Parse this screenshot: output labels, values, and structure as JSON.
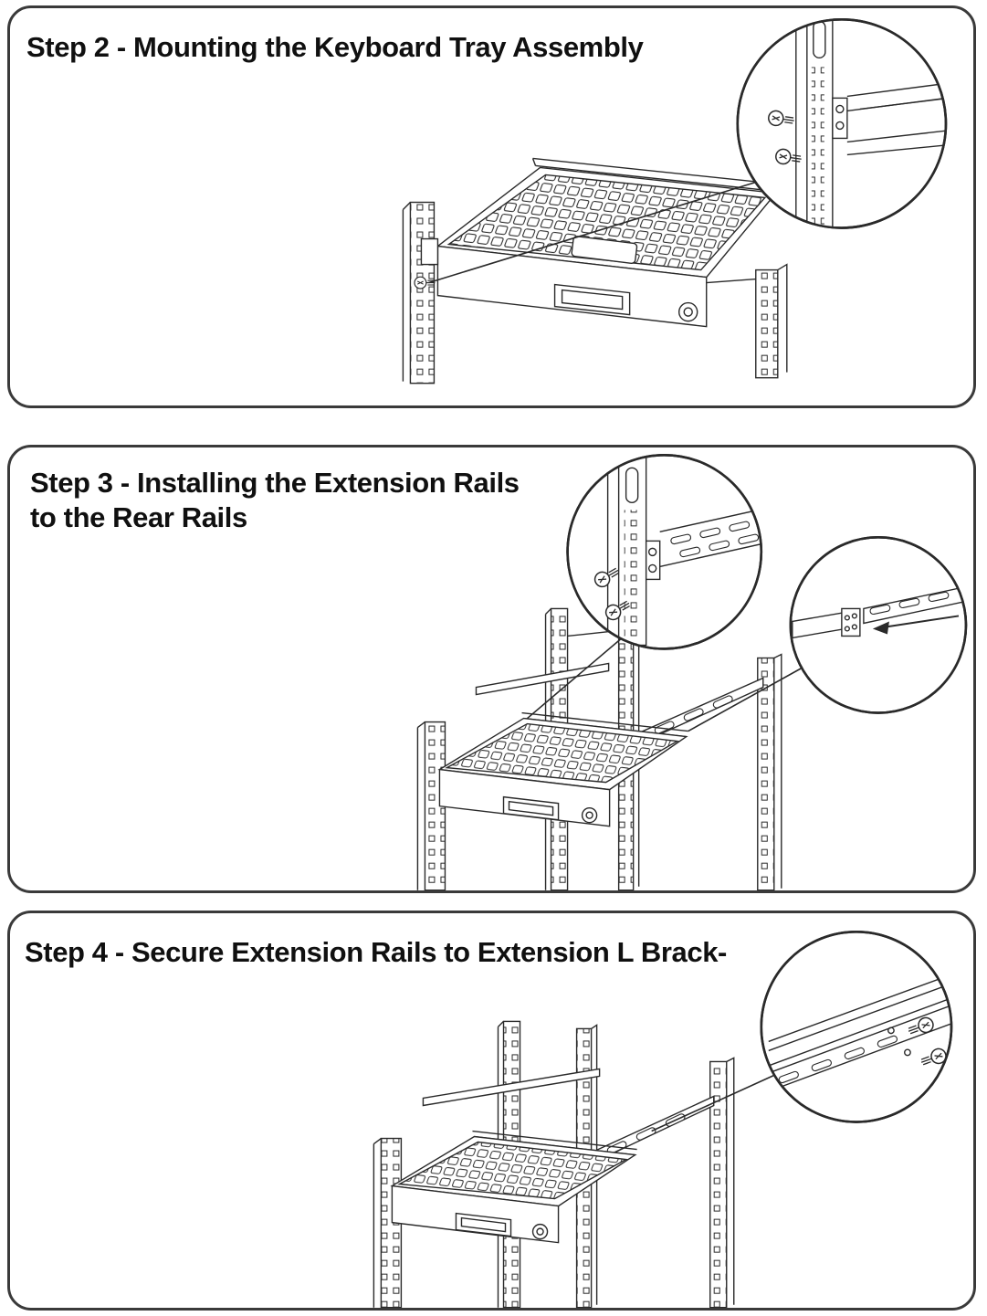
{
  "page": {
    "background_color": "#ffffff",
    "ink_color": "#2a2a2a",
    "panel_border_color": "#3a3a3a"
  },
  "panels": {
    "step2": {
      "title": "Step 2 - Mounting the Keyboard Tray Assembly",
      "illustration": "rack-with-keyboard-tray-and-screw-callout"
    },
    "step3": {
      "title_line1": "Step 3 - Installing the Extension Rails",
      "title_line2": "to the Rear Rails",
      "illustration": "rack-with-extension-rails-and-two-callouts"
    },
    "step4": {
      "title": "Step 4 - Secure Extension Rails to Extension L Brack-",
      "illustration": "rack-with-extension-rail-screw-callout"
    }
  }
}
